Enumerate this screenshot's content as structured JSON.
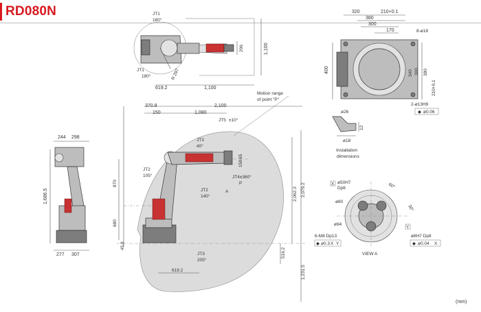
{
  "header": {
    "title": "RD080N",
    "accent_color": "#d7191f"
  },
  "units": "(mm)",
  "top_view": {
    "jt1_top": "JT1",
    "jt1_top_deg": "180°",
    "jt1_bottom": "JT1",
    "jt1_bottom_deg": "180°",
    "radius_label": "R 297",
    "dim_619_2": "619.2",
    "dim_1100_h": "1,100",
    "dim_1100_v": "1,100",
    "dim_206": "206"
  },
  "side_view": {
    "motion_range_1": "Motion range",
    "motion_range_2": "of point \"P\"",
    "dim_370_8": "370.8",
    "dim_2100": "2,100",
    "dim_150": "150",
    "dim_1080": "1,080",
    "jt5": "JT5",
    "jt5_deg": "±10°",
    "jt3_top": "JT3",
    "jt3_top_deg": "40°",
    "jt2_left": "JT2",
    "jt2_left_deg": "105°",
    "jt2_right": "JT2",
    "jt2_right_deg": "140°",
    "jt4": "JT4±360°",
    "point_p": "P",
    "point_a": "A",
    "jt3_bottom": "JT3",
    "jt3_bottom_deg": "205°",
    "dim_870": "870",
    "dim_680": "680",
    "dim_45_8": "45.8",
    "dim_158": "158",
    "dim_65": "65",
    "dim_2062_3": "2,062.3",
    "dim_2079_2": "2,079.2",
    "dim_516_2": "516.2",
    "dim_1231_5": "1,231.5",
    "dim_619_2": "619.2"
  },
  "front_view": {
    "dim_244": "244",
    "dim_298": "298",
    "dim_1686_5": "1,686.5",
    "dim_277": "277",
    "dim_307": "307"
  },
  "base_view": {
    "dim_320": "320",
    "dim_210": "210+0.1",
    "dim_380": "380",
    "dim_300": "300",
    "dim_170": "170",
    "holes": "8-ø18",
    "dim_400": "400",
    "dim_340": "340",
    "dim_300v": "300",
    "dim_380v": "380",
    "dim_210v": "210+0.1",
    "pin_holes": "2-ø13H9",
    "tol_label": "ø0.06"
  },
  "installation": {
    "dim_26": "ø26",
    "dim_12": "12",
    "dim_18": "ø18",
    "caption_1": "Installation",
    "caption_2": "dimensions"
  },
  "view_a": {
    "bore": "ø50H7",
    "bore_depth": "Dp6",
    "datum_x": "X",
    "datum_y": "Y",
    "angle_60": "60°",
    "angle_30": "30°",
    "d80": "ø80",
    "d94": "ø94",
    "pin": "ø8H7 Dp8",
    "tol_pin": "ø0.04",
    "thread": "6-M8 Dp13",
    "tol_thread": "ø0.3",
    "caption": "VIEW A"
  }
}
